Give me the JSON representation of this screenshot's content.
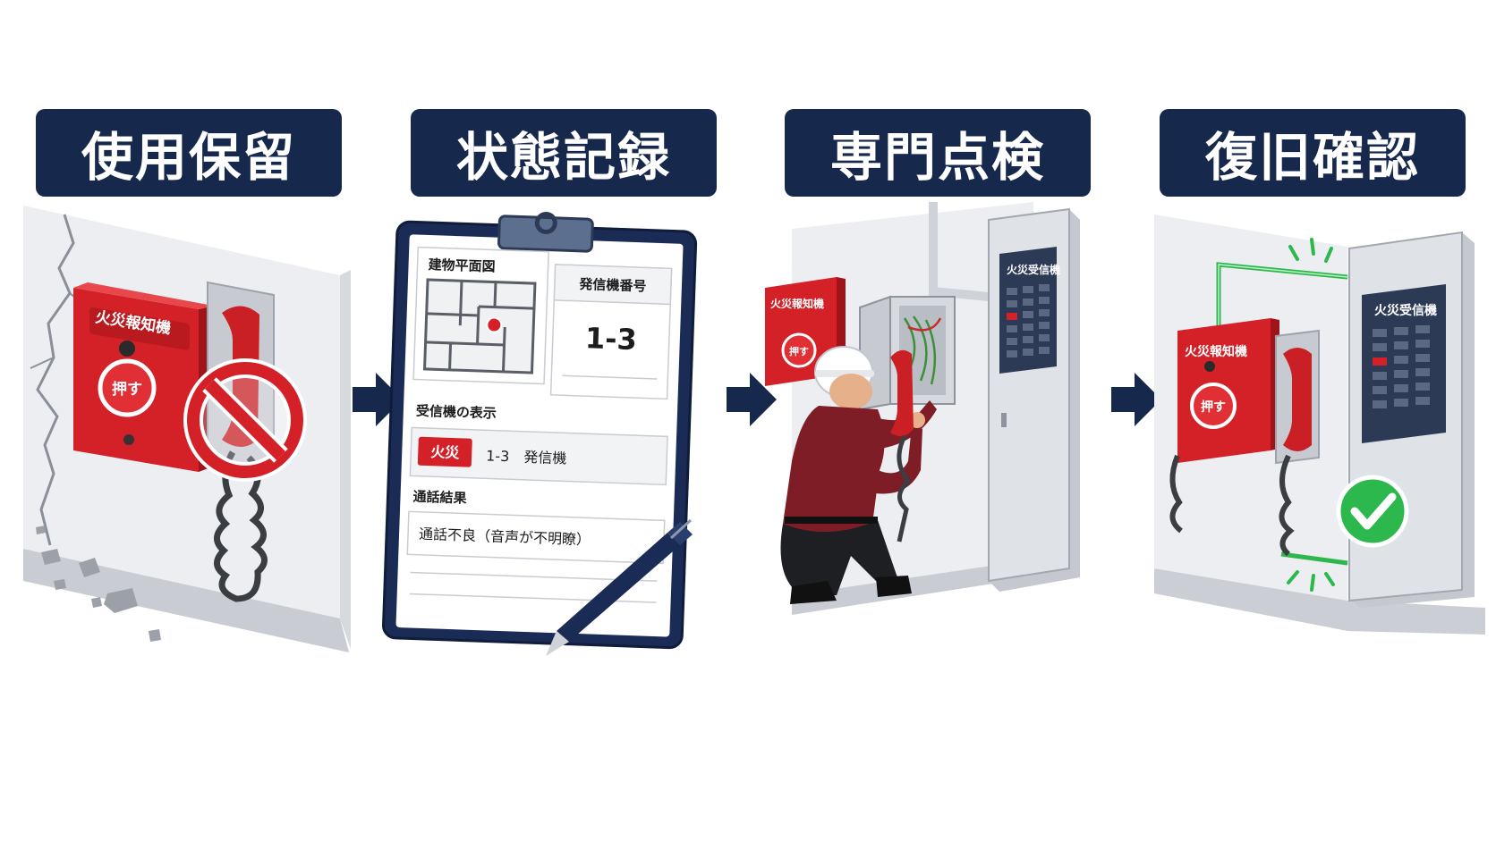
{
  "steps": [
    {
      "title": "使用保留"
    },
    {
      "title": "状態記録"
    },
    {
      "title": "専門点検"
    },
    {
      "title": "復旧確認"
    }
  ],
  "fire_alarm": {
    "label": "火災報知機",
    "button_label": "押す"
  },
  "record_sheet": {
    "floor_plan_label": "建物平面図",
    "transmitter_no_label": "発信機番号",
    "transmitter_no": "1-3",
    "receiver_display_label": "受信機の表示",
    "fire_badge": "火災",
    "display_text": "1-3　発信機",
    "call_result_label": "通話結果",
    "call_result": "通話不良（音声が不明瞭）"
  },
  "receiver_panel": {
    "label": "火災受信機"
  },
  "colors": {
    "title_bg": "#16284c",
    "alarm_red": "#d42027",
    "ok_green": "#2db84d",
    "wall_gray": "#e8e9ec"
  }
}
